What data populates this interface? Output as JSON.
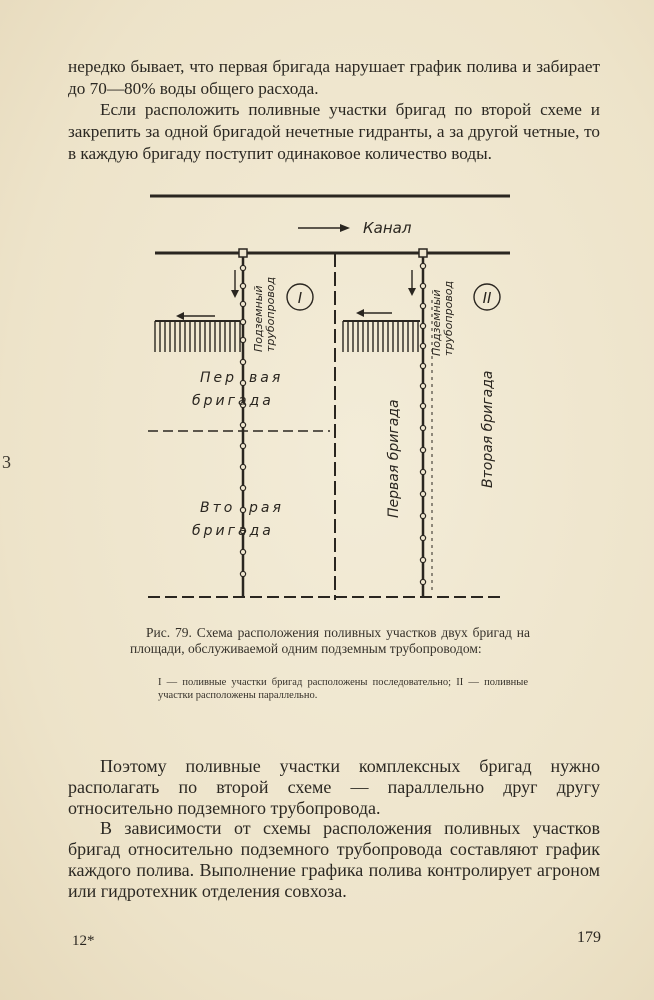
{
  "paragraphs": {
    "p1": "нередко бывает, что первая бригада нарушает график полива и забирает до 70—80% воды общего расхода.",
    "p2": "Если расположить поливные участки бригад по второй схеме и закрепить за одной бригадой нечетные гидранты, а за другой четные, то в каждую бригаду поступит одинаковое количество воды.",
    "p3": "Поэтому поливные участки комплексных бригад нужно располагать по второй схеме — параллельно друг другу относительно подземного трубопровода.",
    "p4": "В зависимости от схемы расположения поливных участков бригад относительно подземного трубопровода составляют график каждого полива. Выполнение графика полива контролирует агроном или гидротехник отделения совхоза."
  },
  "figure": {
    "canal_label": "Канал",
    "pipe_label_line1": "Подземный",
    "pipe_label_line2": "трубопровод",
    "scheme_I": "I",
    "scheme_II": "II",
    "first_brigade_a": "Пер",
    "first_brigade_b": "вая",
    "first_brigade_c": "бригада",
    "second_brigade_a": "Вто",
    "second_brigade_b": "рая",
    "second_brigade_c": "бригада",
    "vertical_first": "Первая бригада",
    "vertical_second": "Вторая бригада"
  },
  "caption": {
    "main": "Рис. 79. Схема расположения поливных участков двух бригад на площади, обслуживаемой одним подземным трубопроводом:",
    "legend": "I — поливные участки бригад расположены последовательно; II — поливные участки расположены параллельно."
  },
  "footer": {
    "signature": "12*",
    "page_number": "179"
  },
  "margin_mark": "3"
}
